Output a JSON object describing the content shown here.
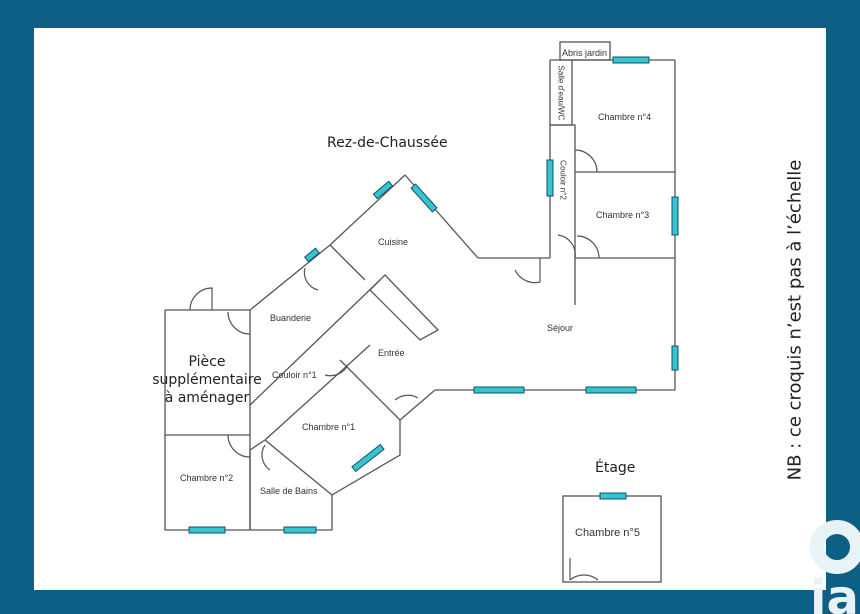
{
  "plan": {
    "level_ground": "Rez-de-Chaussée",
    "level_upper": "Étage",
    "note": "NB : ce croquis n’est pas à l’échelle"
  },
  "rooms": {
    "abris_jardin": "Abris jardin",
    "salle_eau_wc": "Salle d'eau/WC",
    "chambre_4": "Chambre n°4",
    "couloir_2": "Couloir n°2",
    "chambre_3": "Chambre n°3",
    "cuisine": "Cuisine",
    "buanderie": "Buanderie",
    "sejour": "Séjour",
    "entree": "Entrée",
    "couloir_1": "Couloir n°1",
    "chambre_1": "Chambre n°1",
    "chambre_2": "Chambre n°2",
    "salle_de_bains": "Salle de Bains",
    "chambre_5": "Chambre n°5",
    "piece_line1": "Pièce",
    "piece_line2": "supplémentaire",
    "piece_line3": "à aménager"
  },
  "colors": {
    "frame": "#0d5f86",
    "window": "#36c4cf",
    "wall": "#555555"
  },
  "logo": {
    "text": "iad"
  }
}
